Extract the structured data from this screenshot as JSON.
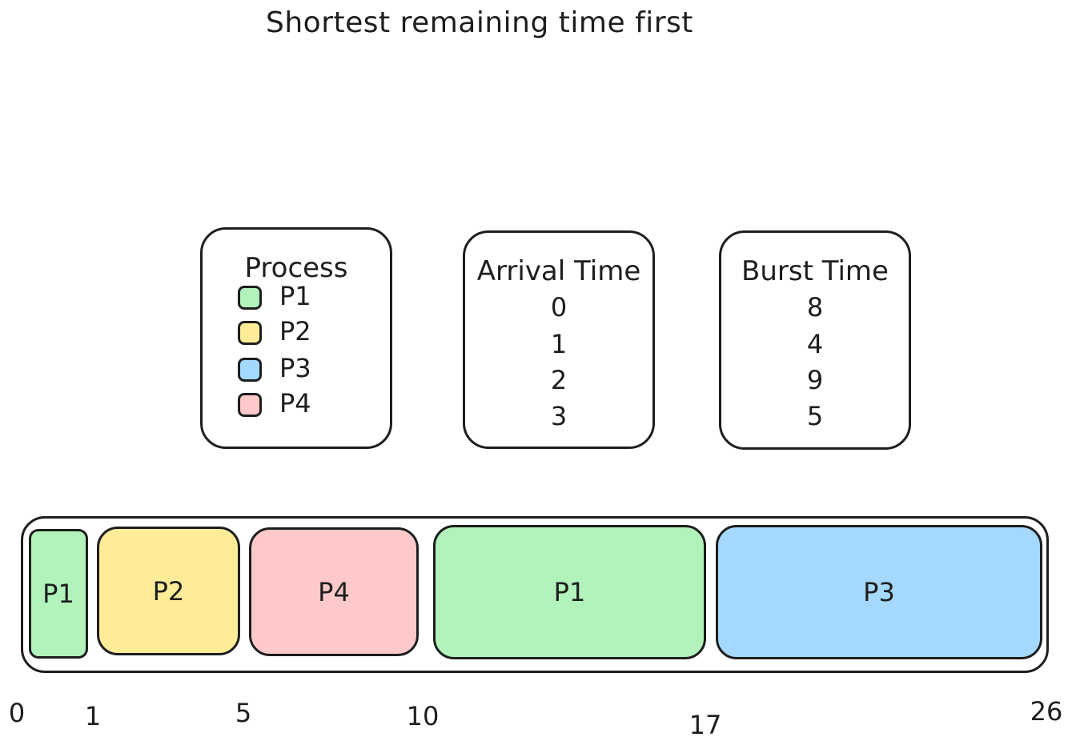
{
  "title": "Shortest remaining time first",
  "process_table": {
    "header": "Process",
    "items": [
      {
        "label": "P1",
        "color": "#b2f2bb"
      },
      {
        "label": "P2",
        "color": "#ffec99"
      },
      {
        "label": "P3",
        "color": "#a5d8ff"
      },
      {
        "label": "P4",
        "color": "#ffc9c9"
      }
    ]
  },
  "arrival_table": {
    "header": "Arrival Time",
    "values": [
      "0",
      "1",
      "2",
      "3"
    ]
  },
  "burst_table": {
    "header": "Burst Time",
    "values": [
      "8",
      "4",
      "9",
      "5"
    ]
  },
  "gantt": {
    "segments": [
      {
        "label": "P1",
        "start": 0,
        "end": 1,
        "color": "#b2f2bb"
      },
      {
        "label": "P2",
        "start": 1,
        "end": 5,
        "color": "#ffec99"
      },
      {
        "label": "P4",
        "start": 5,
        "end": 10,
        "color": "#ffc9c9"
      },
      {
        "label": "P1",
        "start": 10,
        "end": 17,
        "color": "#b2f2bb"
      },
      {
        "label": "P3",
        "start": 17,
        "end": 26,
        "color": "#a5d8ff"
      }
    ],
    "ticks": [
      "0",
      "1",
      "5",
      "10",
      "17",
      "26"
    ]
  }
}
